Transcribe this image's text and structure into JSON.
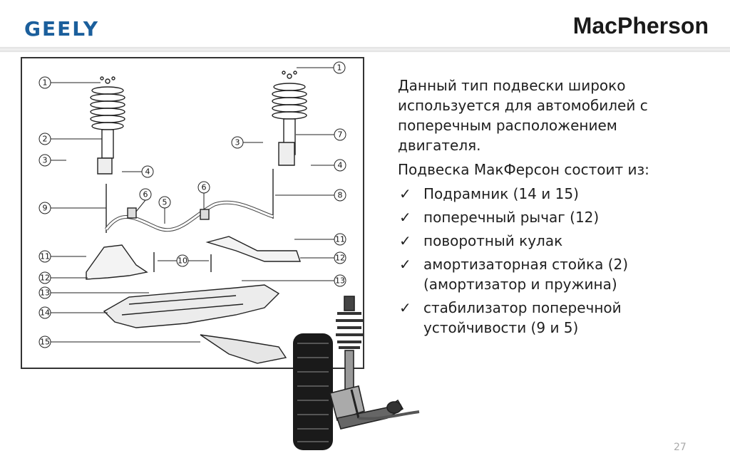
{
  "header": {
    "logo_text": "GEELY",
    "title": "MacPherson",
    "brand_color": "#1b5f9c"
  },
  "text": {
    "paragraph1": "Данный тип подвески широко используется для автомобилей с поперечным расположением двигателя.",
    "paragraph2": "Подвеска МакФерсон состоит из:",
    "items": [
      {
        "check": "✓",
        "label": "Подрамник (14 и 15)"
      },
      {
        "check": "✓",
        "label": "поперечный рычаг (12)"
      },
      {
        "check": "✓",
        "label": "поворотный кулак"
      },
      {
        "check": "✓",
        "label": "амортизаторная стойка (2) (амортизатор и пружина)"
      },
      {
        "check": "✓",
        "label": "стабилизатор поперечной устойчивости (9 и 5)"
      }
    ]
  },
  "diagram": {
    "callouts": {
      "c1a": "1",
      "c1b": "1",
      "c2": "2",
      "c3a": "3",
      "c3b": "3",
      "c4a": "4",
      "c4b": "4",
      "c5": "5",
      "c6a": "6",
      "c6b": "6",
      "c7": "7",
      "c8": "8",
      "c9": "9",
      "c10": "10",
      "c11a": "11",
      "c11b": "11",
      "c12a": "12",
      "c12b": "12",
      "c13a": "13",
      "c13b": "13",
      "c14": "14",
      "c15": "15"
    }
  },
  "photo": {
    "icon": "suspension-photo"
  },
  "footer": {
    "page_number": "27"
  }
}
